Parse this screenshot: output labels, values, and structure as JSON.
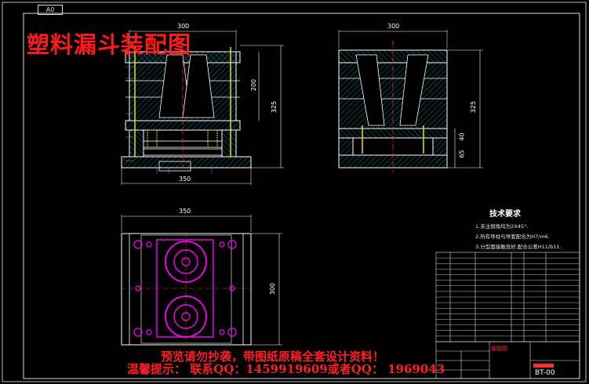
{
  "drawing": {
    "sheet_tag": "A0",
    "title": "塑料漏斗装配图",
    "drawing_number": "BT-00",
    "drawing_name": "装配图"
  },
  "dimensions": {
    "front_width": "300",
    "front_base_width": "350",
    "front_height_inner": "200",
    "front_height_total": "325",
    "side_width": "300",
    "side_height_total": "325",
    "side_gap_a": "40",
    "side_gap_b": "65",
    "plan_width": "350",
    "plan_height": "300"
  },
  "technical_requirements": {
    "heading": "技术要求",
    "items": [
      "1.未注倒角均为2X45°.",
      "2.所有导柱与导套配合为H7/m6.",
      "3.分型面接触良好,配合公差H11/b11."
    ]
  },
  "watermark": {
    "line1": "预览请勿抄袭，带图纸原稿全套设计资料！",
    "line2": "温馨提示： 联系QQ：1459919609或者QQ： 1969043"
  },
  "colors": {
    "background": "#000000",
    "frame": "#d8d8d8",
    "outline": "#ffffff",
    "hatch": "#00c8c8",
    "parts": "#e6e600",
    "centerline": "#ff3030",
    "magenta": "#ff00ff",
    "title_red": "#ff1a1a"
  }
}
